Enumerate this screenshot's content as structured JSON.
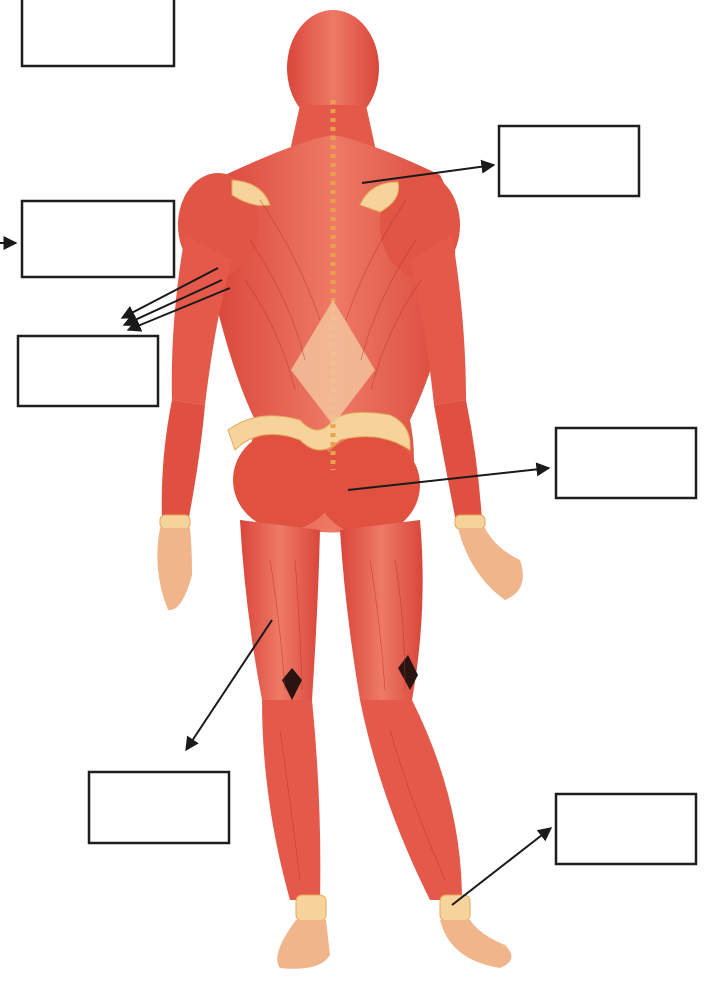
{
  "diagram": {
    "kind": "posterior view of human muscular system",
    "palette": {
      "muscle": "#e4594a",
      "muscle_dark": "#c9392c",
      "muscle_light": "#ef8a78",
      "tendon": "#f6d39a",
      "spine": "#e8a24c",
      "box_border": "#1e1e1e",
      "arrow": "#1a1a1a"
    },
    "label_boxes": [
      {
        "id": "box-top-left",
        "text": ""
      },
      {
        "id": "box-upper-back",
        "text": ""
      },
      {
        "id": "box-shoulder-left",
        "text": ""
      },
      {
        "id": "box-arm-left",
        "text": ""
      },
      {
        "id": "box-gluteal",
        "text": ""
      },
      {
        "id": "box-hamstring",
        "text": ""
      },
      {
        "id": "box-achilles",
        "text": ""
      }
    ]
  }
}
